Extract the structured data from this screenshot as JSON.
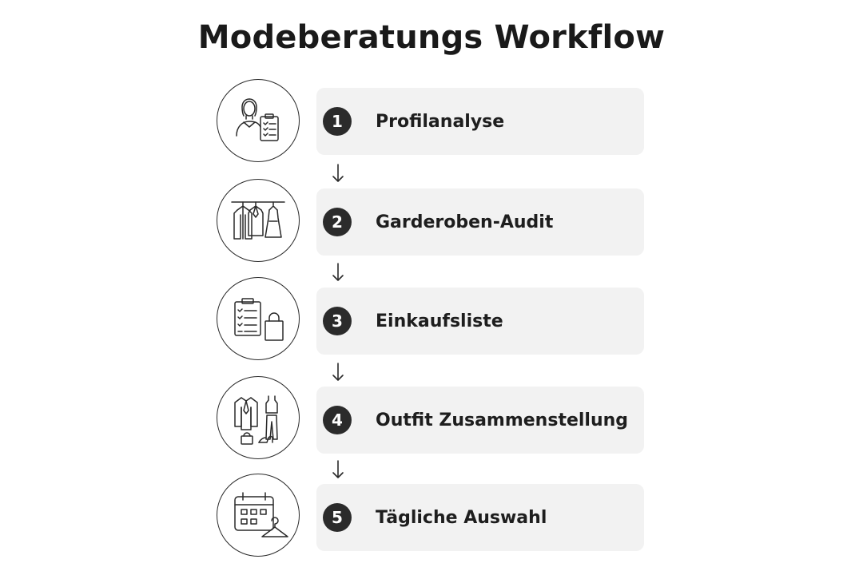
{
  "title": "Modeberatungs Workflow",
  "steps": [
    {
      "number": "1",
      "label": "Profilanalyse",
      "icon": "person-clipboard-icon"
    },
    {
      "number": "2",
      "label": "Garderoben-Audit",
      "icon": "wardrobe-rack-icon"
    },
    {
      "number": "3",
      "label": "Einkaufsliste",
      "icon": "checklist-bag-icon"
    },
    {
      "number": "4",
      "label": "Outfit Zusammenstellung",
      "icon": "outfit-items-icon"
    },
    {
      "number": "5",
      "label": "Tägliche Auswahl",
      "icon": "calendar-hanger-icon"
    }
  ],
  "colors": {
    "card_background": "#f2f2f2",
    "badge_background": "#2b2b2b",
    "line": "#2a2a2a"
  }
}
